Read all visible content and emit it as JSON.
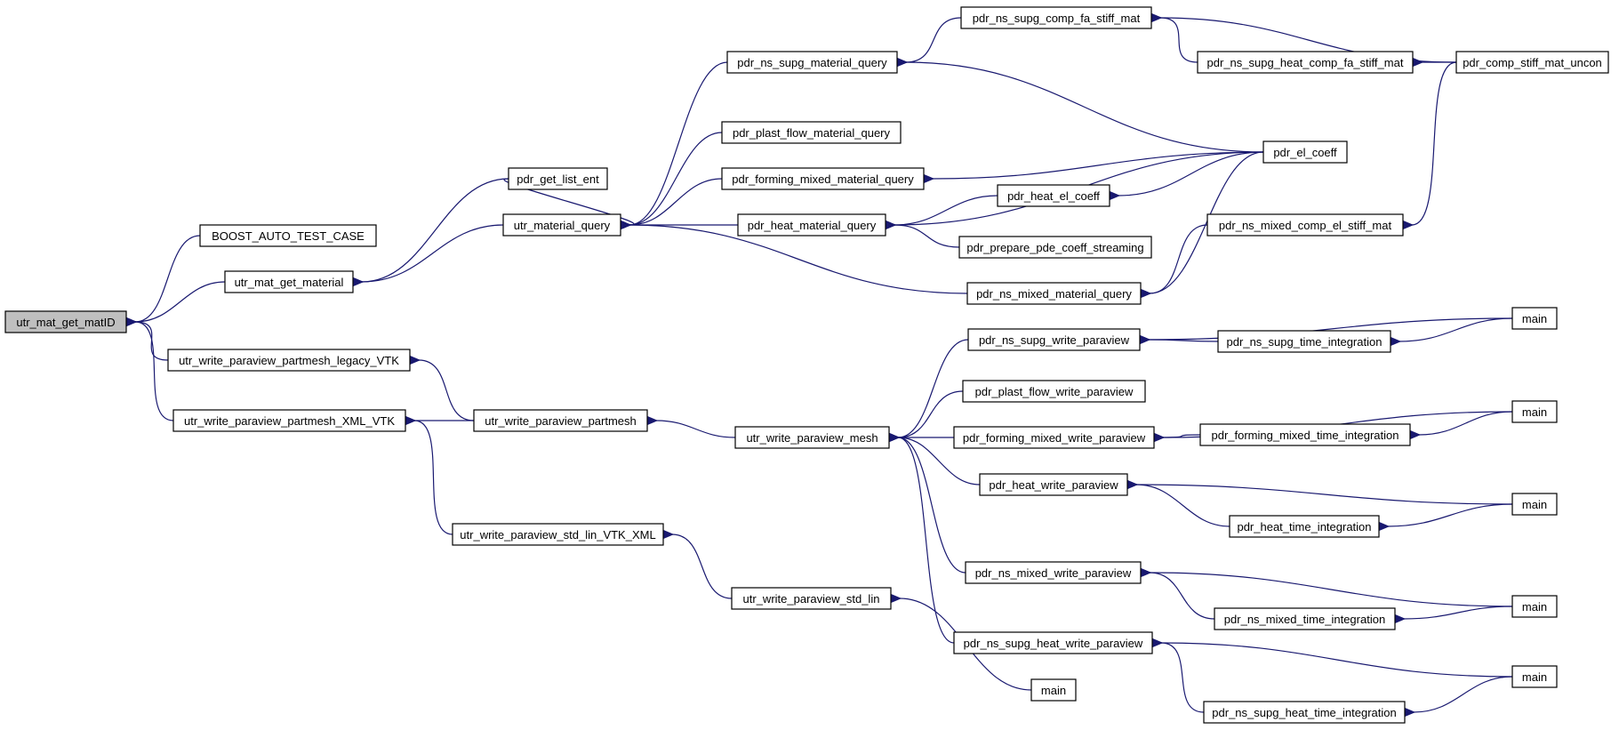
{
  "colors": {
    "edge": "#191970",
    "root_fill": "#bfbfbf",
    "node_fill": "#ffffff",
    "border": "#000000"
  },
  "nodes": [
    {
      "id": "n0",
      "label": "utr_mat_get_matID",
      "root": true
    },
    {
      "id": "n1",
      "label": "BOOST_AUTO_TEST_CASE"
    },
    {
      "id": "n2",
      "label": "utr_mat_get_material"
    },
    {
      "id": "n3",
      "label": "utr_write_paraview_partmesh_legacy_VTK"
    },
    {
      "id": "n4",
      "label": "utr_write_paraview_partmesh_XML_VTK"
    },
    {
      "id": "n5",
      "label": "pdr_get_list_ent"
    },
    {
      "id": "n6",
      "label": "utr_material_query"
    },
    {
      "id": "n7",
      "label": "utr_write_paraview_partmesh"
    },
    {
      "id": "n8",
      "label": "utr_write_paraview_std_lin_VTK_XML"
    },
    {
      "id": "n9",
      "label": "pdr_ns_supg_material_query"
    },
    {
      "id": "n10",
      "label": "pdr_plast_flow_material_query"
    },
    {
      "id": "n11",
      "label": "pdr_forming_mixed_material_query"
    },
    {
      "id": "n12",
      "label": "pdr_heat_material_query"
    },
    {
      "id": "n13",
      "label": "pdr_ns_mixed_material_query"
    },
    {
      "id": "n14",
      "label": "utr_write_paraview_mesh"
    },
    {
      "id": "n15",
      "label": "utr_write_paraview_std_lin"
    },
    {
      "id": "n16",
      "label": "pdr_ns_supg_comp_fa_stiff_mat"
    },
    {
      "id": "n17",
      "label": "pdr_heat_el_coeff"
    },
    {
      "id": "n18",
      "label": "pdr_prepare_pde_coeff_streaming"
    },
    {
      "id": "n19",
      "label": "pdr_ns_supg_write_paraview"
    },
    {
      "id": "n20",
      "label": "pdr_plast_flow_write_paraview"
    },
    {
      "id": "n21",
      "label": "pdr_forming_mixed_write_paraview"
    },
    {
      "id": "n22",
      "label": "pdr_heat_write_paraview"
    },
    {
      "id": "n23",
      "label": "pdr_ns_mixed_write_paraview"
    },
    {
      "id": "n24",
      "label": "pdr_ns_supg_heat_write_paraview"
    },
    {
      "id": "n25",
      "label": "main"
    },
    {
      "id": "n26",
      "label": "pdr_ns_supg_heat_comp_fa_stiff_mat"
    },
    {
      "id": "n27",
      "label": "pdr_el_coeff"
    },
    {
      "id": "n28",
      "label": "pdr_ns_mixed_comp_el_stiff_mat"
    },
    {
      "id": "n29",
      "label": "pdr_ns_supg_time_integration"
    },
    {
      "id": "n30",
      "label": "pdr_forming_mixed_time_integration"
    },
    {
      "id": "n31",
      "label": "pdr_heat_time_integration"
    },
    {
      "id": "n32",
      "label": "pdr_ns_mixed_time_integration"
    },
    {
      "id": "n33",
      "label": "pdr_ns_supg_heat_time_integration"
    },
    {
      "id": "n34",
      "label": "pdr_comp_stiff_mat_uncon"
    },
    {
      "id": "n35",
      "label": "main"
    },
    {
      "id": "n36",
      "label": "main"
    },
    {
      "id": "n37",
      "label": "main"
    },
    {
      "id": "n38",
      "label": "main"
    },
    {
      "id": "n39",
      "label": "main"
    }
  ],
  "edges": [
    [
      "n1",
      "n0"
    ],
    [
      "n2",
      "n0"
    ],
    [
      "n3",
      "n0"
    ],
    [
      "n4",
      "n0"
    ],
    [
      "n5",
      "n2"
    ],
    [
      "n6",
      "n2"
    ],
    [
      "n7",
      "n3"
    ],
    [
      "n7",
      "n4"
    ],
    [
      "n8",
      "n4"
    ],
    [
      "n9",
      "n6"
    ],
    [
      "n10",
      "n6"
    ],
    [
      "n11",
      "n6"
    ],
    [
      "n12",
      "n6"
    ],
    [
      "n13",
      "n6"
    ],
    [
      "n5",
      "n6"
    ],
    [
      "n14",
      "n7"
    ],
    [
      "n15",
      "n8"
    ],
    [
      "n16",
      "n9"
    ],
    [
      "n27",
      "n9"
    ],
    [
      "n27",
      "n11"
    ],
    [
      "n17",
      "n12"
    ],
    [
      "n18",
      "n12"
    ],
    [
      "n27",
      "n12"
    ],
    [
      "n27",
      "n13"
    ],
    [
      "n28",
      "n13"
    ],
    [
      "n19",
      "n14"
    ],
    [
      "n20",
      "n14"
    ],
    [
      "n21",
      "n14"
    ],
    [
      "n22",
      "n14"
    ],
    [
      "n23",
      "n14"
    ],
    [
      "n24",
      "n14"
    ],
    [
      "n25",
      "n15"
    ],
    [
      "n26",
      "n16"
    ],
    [
      "n34",
      "n16"
    ],
    [
      "n27",
      "n17"
    ],
    [
      "n35",
      "n19"
    ],
    [
      "n29",
      "n19"
    ],
    [
      "n36",
      "n21"
    ],
    [
      "n30",
      "n21"
    ],
    [
      "n37",
      "n22"
    ],
    [
      "n31",
      "n22"
    ],
    [
      "n38",
      "n23"
    ],
    [
      "n32",
      "n23"
    ],
    [
      "n39",
      "n24"
    ],
    [
      "n33",
      "n24"
    ],
    [
      "n34",
      "n26"
    ],
    [
      "n34",
      "n28"
    ],
    [
      "n35",
      "n29"
    ],
    [
      "n36",
      "n30"
    ],
    [
      "n37",
      "n31"
    ],
    [
      "n38",
      "n32"
    ],
    [
      "n39",
      "n33"
    ]
  ]
}
